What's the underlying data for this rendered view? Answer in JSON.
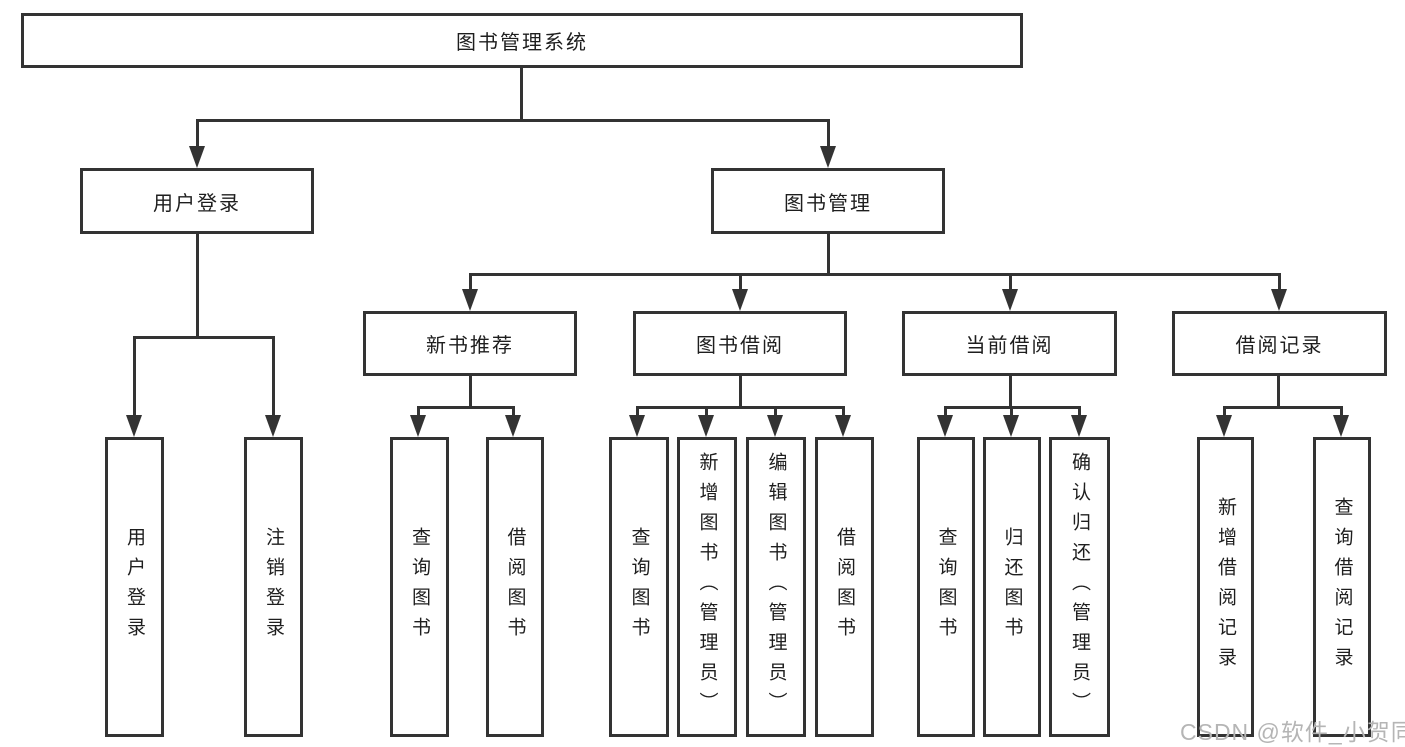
{
  "diagram": {
    "root": {
      "label": "图书管理系统"
    },
    "branches": [
      {
        "label": "用户登录",
        "children": [
          {
            "label": "用户登录"
          },
          {
            "label": "注销登录"
          }
        ]
      },
      {
        "label": "图书管理",
        "children": [
          {
            "label": "新书推荐",
            "children": [
              {
                "label": "查询图书"
              },
              {
                "label": "借阅图书"
              }
            ]
          },
          {
            "label": "图书借阅",
            "children": [
              {
                "label": "查询图书"
              },
              {
                "label": "新增图书（管理员）"
              },
              {
                "label": "编辑图书（管理员）"
              },
              {
                "label": "借阅图书"
              }
            ]
          },
          {
            "label": "当前借阅",
            "children": [
              {
                "label": "查询图书"
              },
              {
                "label": "归还图书"
              },
              {
                "label": "确认归还（管理员）"
              }
            ]
          },
          {
            "label": "借阅记录",
            "children": [
              {
                "label": "新增借阅记录"
              },
              {
                "label": "查询借阅记录"
              }
            ]
          }
        ]
      }
    ],
    "watermark": "CSDN @软件_小贺同学",
    "colors": {
      "line": "#333333",
      "text": "#1e1e1e",
      "watermark": "#b5b5b5",
      "background": "#ffffff"
    }
  }
}
